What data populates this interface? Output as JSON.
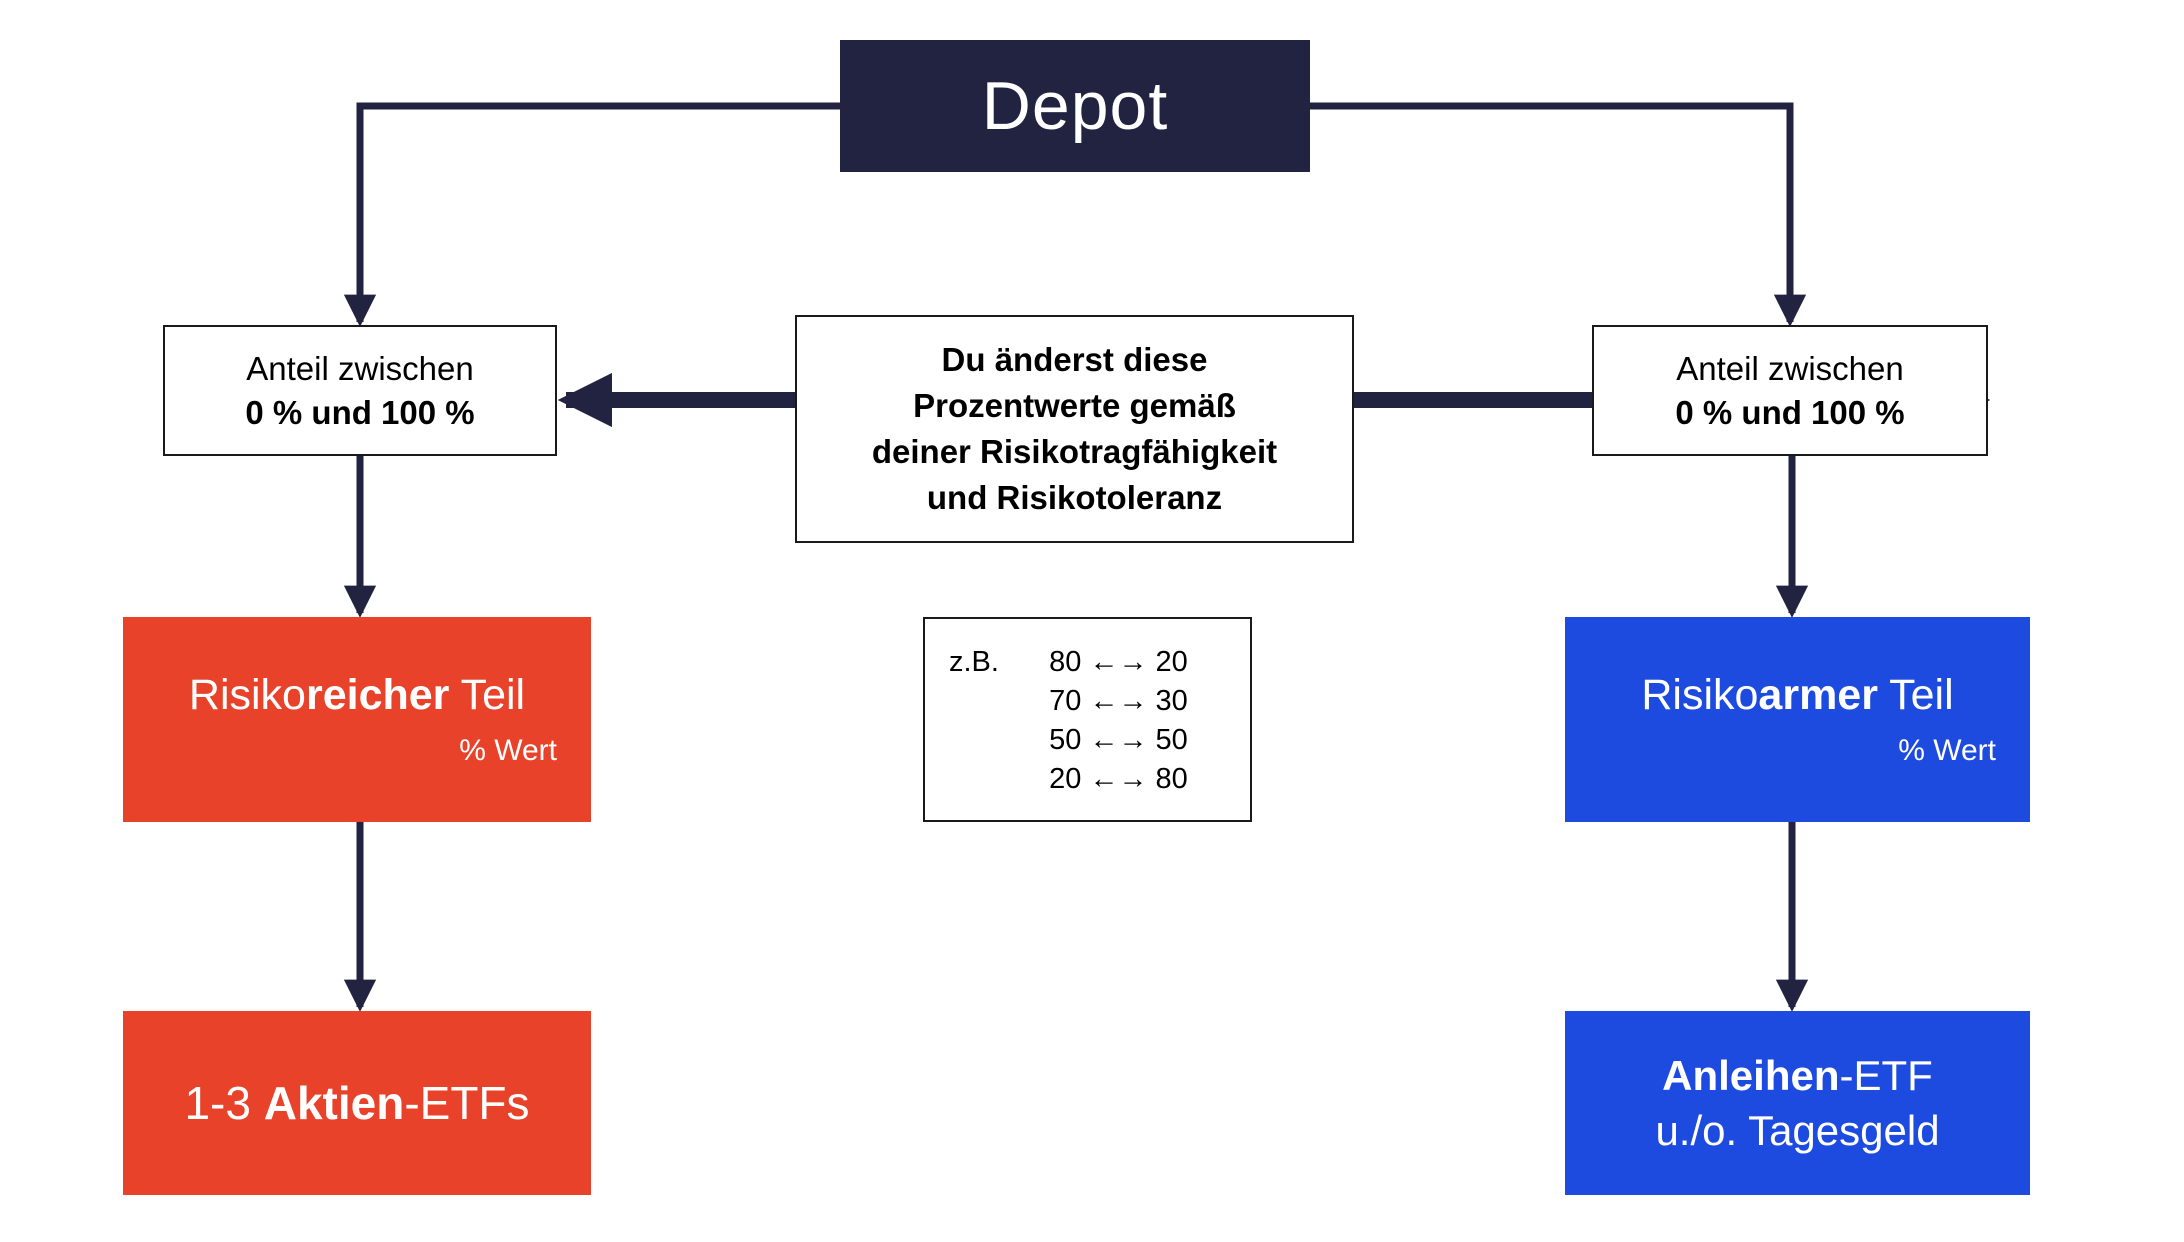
{
  "depot": {
    "label": "Depot"
  },
  "left_share": {
    "line1": "Anteil zwischen",
    "line2": "0 % und 100 %"
  },
  "right_share": {
    "line1": "Anteil zwischen",
    "line2": "0 % und 100 %"
  },
  "center_note": {
    "lines": [
      "Du änderst diese",
      "Prozentwerte gemäß",
      "deiner Risikotragfähigkeit",
      "und Risikotoleranz"
    ]
  },
  "examples": {
    "prefix": "z.B.",
    "rows": [
      "80 ←→ 20",
      "70 ←→ 30",
      "50 ←→ 50",
      "20 ←→ 80"
    ]
  },
  "risky": {
    "pre": "Risiko",
    "bold": "reicher",
    "post": " Teil",
    "sub": "% Wert"
  },
  "safe": {
    "pre": "Risiko",
    "bold": "armer",
    "post": " Teil",
    "sub": "% Wert"
  },
  "risky_assets": {
    "pre": "1-3 ",
    "bold": "Aktien",
    "post": "-ETFs"
  },
  "safe_assets": {
    "line1_bold": "Anleihen",
    "line1_post": "-ETF",
    "line2": "u./o. Tagesgeld"
  },
  "colors": {
    "navy": "#212340",
    "red": "#e8432a",
    "blue": "#1d4be0"
  }
}
